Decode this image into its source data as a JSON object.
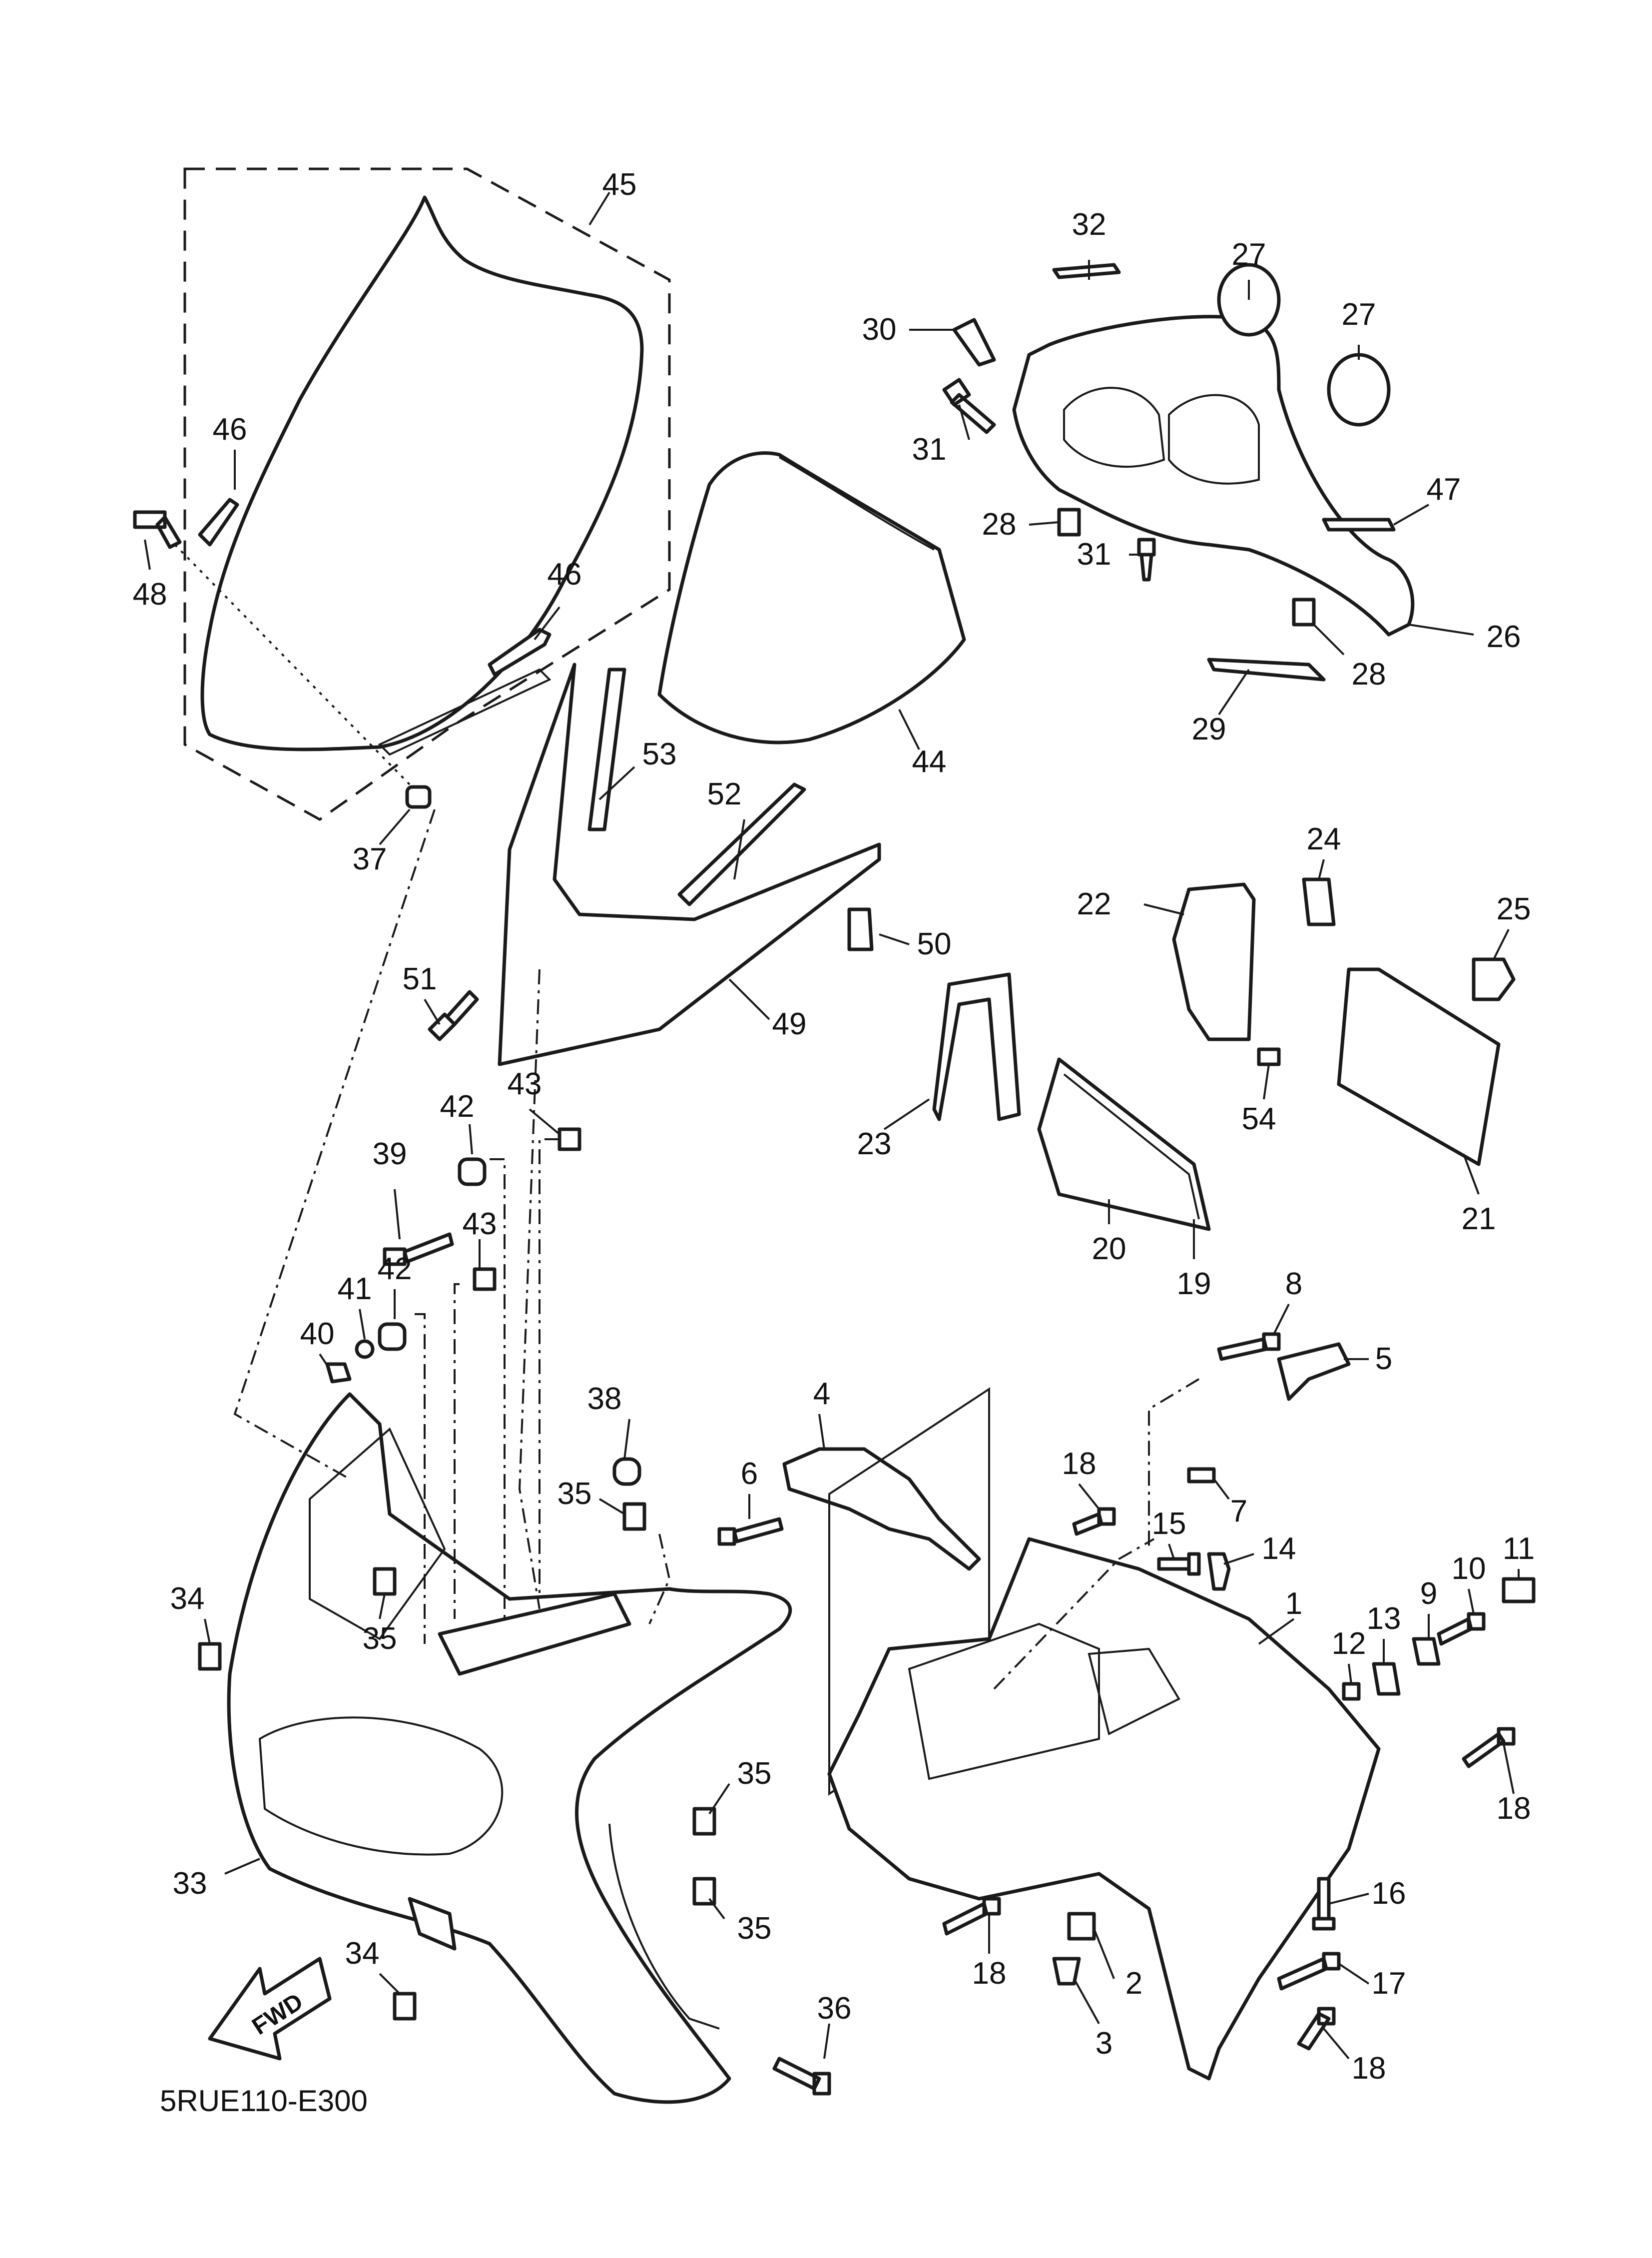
{
  "diagram": {
    "drawing_code": "5RUE110-E300",
    "direction_label": "FWD",
    "callouts": [
      {
        "id": "c1",
        "text": "1"
      },
      {
        "id": "c2",
        "text": "2"
      },
      {
        "id": "c3",
        "text": "3"
      },
      {
        "id": "c4",
        "text": "4"
      },
      {
        "id": "c5",
        "text": "5"
      },
      {
        "id": "c6",
        "text": "6"
      },
      {
        "id": "c7",
        "text": "7"
      },
      {
        "id": "c8",
        "text": "8"
      },
      {
        "id": "c9",
        "text": "9"
      },
      {
        "id": "c10",
        "text": "10"
      },
      {
        "id": "c11",
        "text": "11"
      },
      {
        "id": "c12",
        "text": "12"
      },
      {
        "id": "c13",
        "text": "13"
      },
      {
        "id": "c14",
        "text": "14"
      },
      {
        "id": "c15",
        "text": "15"
      },
      {
        "id": "c16",
        "text": "16"
      },
      {
        "id": "c17",
        "text": "17"
      },
      {
        "id": "c18a",
        "text": "18"
      },
      {
        "id": "c18b",
        "text": "18"
      },
      {
        "id": "c18c",
        "text": "18"
      },
      {
        "id": "c18d",
        "text": "18"
      },
      {
        "id": "c19",
        "text": "19"
      },
      {
        "id": "c20",
        "text": "20"
      },
      {
        "id": "c21",
        "text": "21"
      },
      {
        "id": "c22",
        "text": "22"
      },
      {
        "id": "c23",
        "text": "23"
      },
      {
        "id": "c24",
        "text": "24"
      },
      {
        "id": "c25",
        "text": "25"
      },
      {
        "id": "c26",
        "text": "26"
      },
      {
        "id": "c27a",
        "text": "27"
      },
      {
        "id": "c27b",
        "text": "27"
      },
      {
        "id": "c28a",
        "text": "28"
      },
      {
        "id": "c28b",
        "text": "28"
      },
      {
        "id": "c29",
        "text": "29"
      },
      {
        "id": "c30",
        "text": "30"
      },
      {
        "id": "c31a",
        "text": "31"
      },
      {
        "id": "c31b",
        "text": "31"
      },
      {
        "id": "c32",
        "text": "32"
      },
      {
        "id": "c33",
        "text": "33"
      },
      {
        "id": "c34a",
        "text": "34"
      },
      {
        "id": "c34b",
        "text": "34"
      },
      {
        "id": "c35a",
        "text": "35"
      },
      {
        "id": "c35b",
        "text": "35"
      },
      {
        "id": "c35c",
        "text": "35"
      },
      {
        "id": "c35d",
        "text": "35"
      },
      {
        "id": "c36",
        "text": "36"
      },
      {
        "id": "c37",
        "text": "37"
      },
      {
        "id": "c38",
        "text": "38"
      },
      {
        "id": "c39",
        "text": "39"
      },
      {
        "id": "c40",
        "text": "40"
      },
      {
        "id": "c41",
        "text": "41"
      },
      {
        "id": "c42a",
        "text": "42"
      },
      {
        "id": "c42b",
        "text": "42"
      },
      {
        "id": "c43a",
        "text": "43"
      },
      {
        "id": "c43b",
        "text": "43"
      },
      {
        "id": "c44",
        "text": "44"
      },
      {
        "id": "c45",
        "text": "45"
      },
      {
        "id": "c46a",
        "text": "46"
      },
      {
        "id": "c46b",
        "text": "46"
      },
      {
        "id": "c47",
        "text": "47"
      },
      {
        "id": "c48",
        "text": "48"
      },
      {
        "id": "c49",
        "text": "49"
      },
      {
        "id": "c50",
        "text": "50"
      },
      {
        "id": "c51",
        "text": "51"
      },
      {
        "id": "c52",
        "text": "52"
      },
      {
        "id": "c53",
        "text": "53"
      },
      {
        "id": "c54",
        "text": "54"
      }
    ]
  }
}
